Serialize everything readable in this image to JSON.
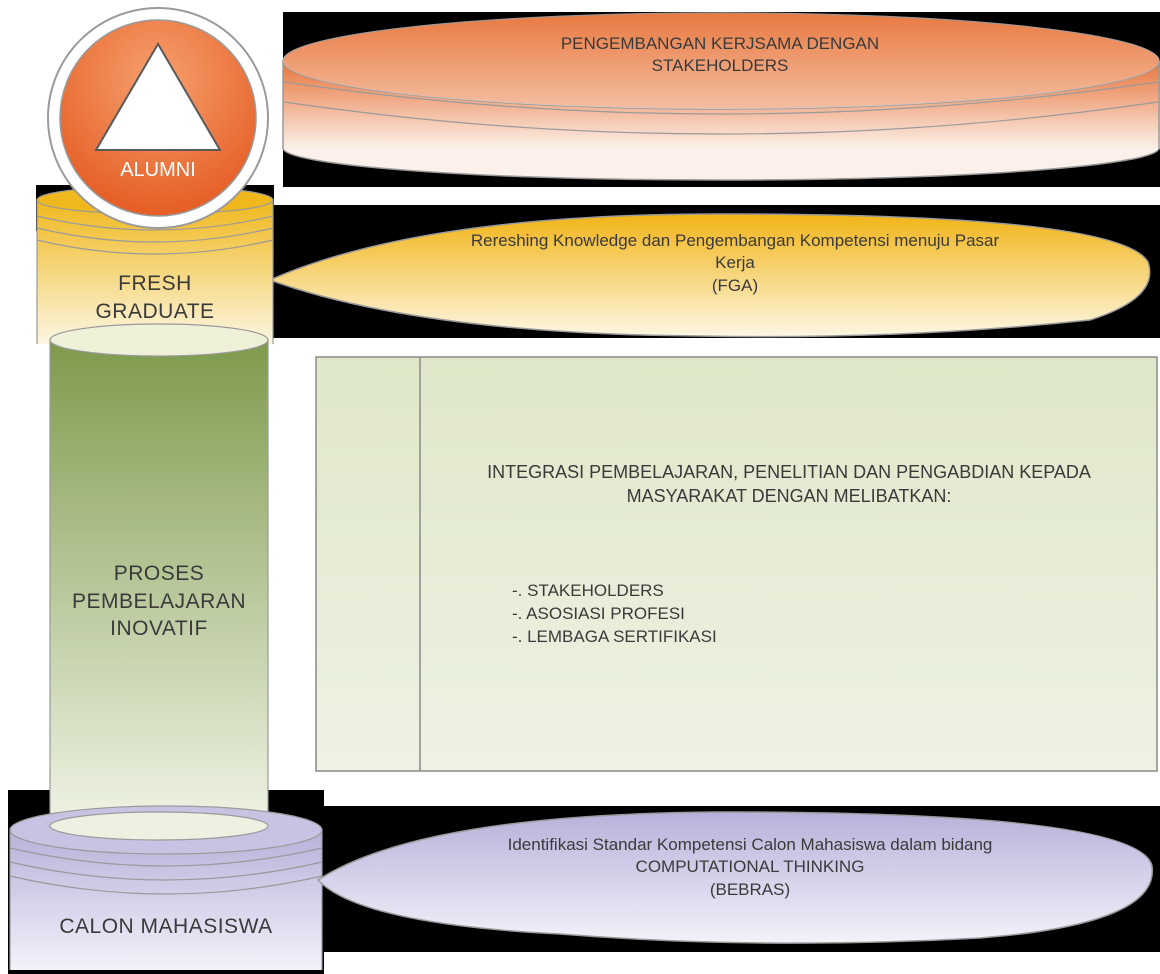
{
  "alumni": {
    "label": "ALUMNI"
  },
  "column": {
    "fresh_graduate": [
      "FRESH",
      "GRADUATE"
    ],
    "proses": [
      "PROSES",
      "PEMBELAJARAN",
      "INOVATIF"
    ],
    "calon": "CALON MAHASISWA"
  },
  "stakeholders_oval": [
    "PENGEMBANGAN KERJSAMA DENGAN",
    "STAKEHOLDERS"
  ],
  "fga_oval": [
    "Rereshing Knowledge dan Pengembangan Kompetensi menuju Pasar",
    "Kerja",
    "(FGA)"
  ],
  "integration_box": {
    "title": [
      "INTEGRASI PEMBELAJARAN, PENELITIAN DAN PENGABDIAN KEPADA",
      "MASYARAKAT DENGAN MELIBATKAN:"
    ],
    "items": [
      "-. STAKEHOLDERS",
      "-. ASOSIASI PROFESI",
      "-. LEMBAGA SERTIFIKASI"
    ]
  },
  "bebras_oval": [
    "Identifikasi Standar Kompetensi Calon Mahasiswa dalam bidang",
    "COMPUTATIONAL THINKING",
    "(BEBRAS)"
  ],
  "colors": {
    "orange": "#e8733a",
    "yellow": "#f0b81c",
    "green": "#8aa05a",
    "lavender": "#bdb7dc",
    "box_fill": "#dfe7c9"
  }
}
